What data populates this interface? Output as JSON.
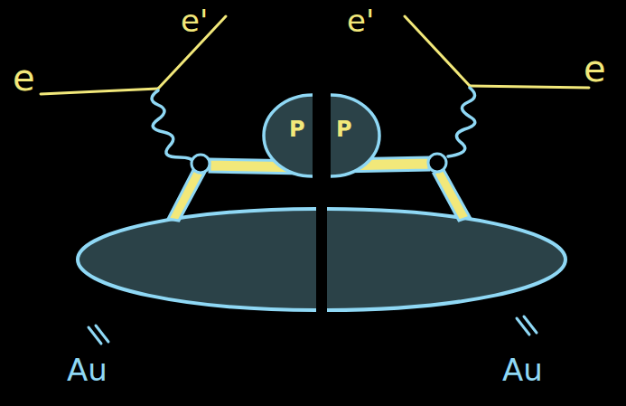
{
  "diagram": {
    "nodes": [
      {
        "text": [
          "P"
        ]
      },
      {
        "text": [
          "P"
        ]
      }
    ],
    "labels": [
      "e",
      "e'",
      "e'",
      "e",
      "Au",
      "Au"
    ]
  }
}
